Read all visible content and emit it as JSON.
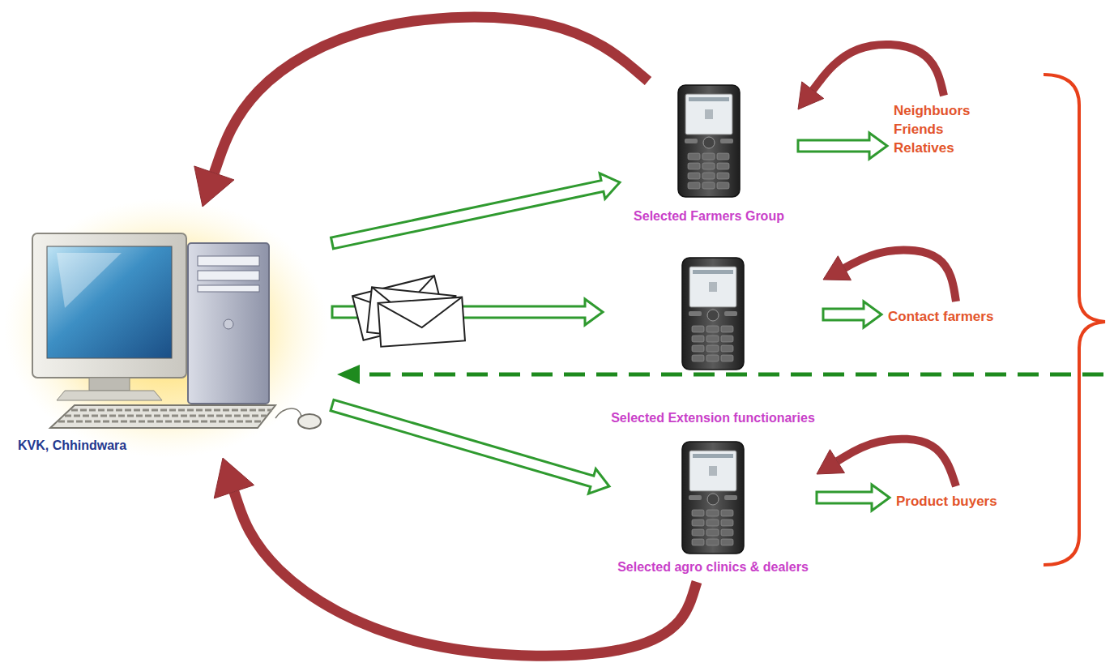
{
  "diagram": {
    "nodes": [
      {
        "text": [
          "KVK, Chhindwara"
        ]
      },
      {
        "text": [
          "Selected Farmers Group"
        ]
      },
      {
        "text": [
          "Neighbuors Friends Relatives"
        ]
      },
      {
        "text": [
          "Selected Extension functionaries"
        ]
      },
      {
        "text": [
          "Contact farmers"
        ]
      },
      {
        "text": [
          "Selected agro clinics & dealers"
        ]
      },
      {
        "text": [
          "Product buyers"
        ]
      }
    ],
    "edges": [
      {
        "from": 0,
        "to": 1,
        "arrow": "to"
      },
      {
        "from": 0,
        "to": 3,
        "arrow": "to"
      },
      {
        "from": 0,
        "to": 5,
        "arrow": "to"
      },
      {
        "from": 1,
        "to": 2,
        "arrow": "to"
      },
      {
        "from": 3,
        "to": 4,
        "arrow": "to"
      },
      {
        "from": 5,
        "to": 6,
        "arrow": "to"
      },
      {
        "from": 2,
        "to": 1,
        "arrow": "to"
      },
      {
        "from": 4,
        "to": 3,
        "arrow": "to"
      },
      {
        "from": 6,
        "to": 5,
        "arrow": "to"
      },
      {
        "from": 1,
        "to": 0,
        "arrow": "to"
      },
      {
        "from": 5,
        "to": 0,
        "arrow": "to"
      }
    ]
  }
}
